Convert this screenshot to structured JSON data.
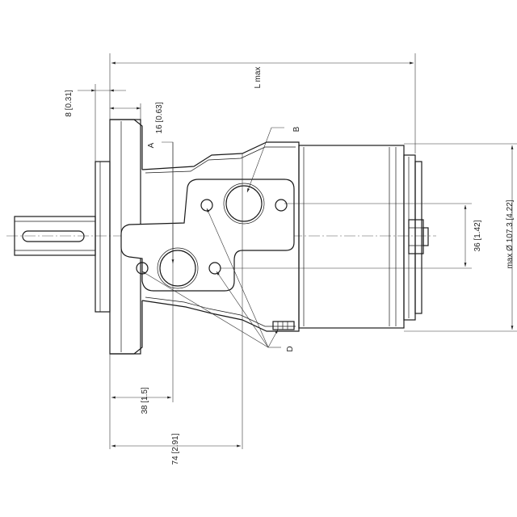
{
  "dimensions": {
    "length": "L max",
    "flange_thickness": "8 [0.31]",
    "port_a_offset": "16 [0.63]",
    "port_spacing": "36 [1.42]",
    "housing_diameter": "max Ø 107.3 [4.22]",
    "port_a_axial": "38 [1.5]",
    "port_b_axial": "74 [2.91]"
  },
  "labels": {
    "port_a": "A",
    "port_b": "B",
    "drain": "D"
  }
}
